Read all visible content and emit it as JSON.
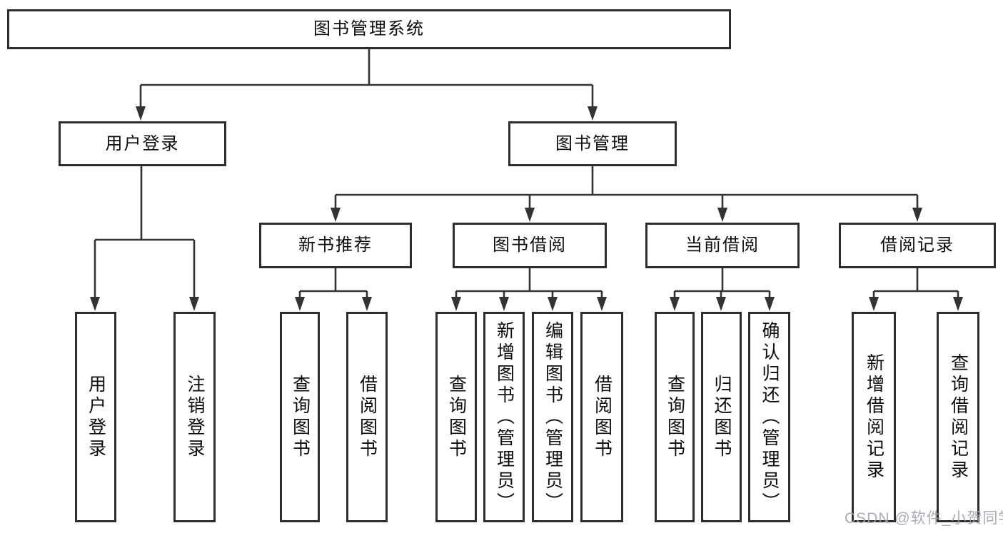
{
  "tree": {
    "label": "图书管理系统",
    "children": [
      {
        "label": "用户登录",
        "children": [
          {
            "label": "用户登录"
          },
          {
            "label": "注销登录"
          }
        ]
      },
      {
        "label": "图书管理",
        "children": [
          {
            "label": "新书推荐",
            "children": [
              {
                "label": "查询图书"
              },
              {
                "label": "借阅图书"
              }
            ]
          },
          {
            "label": "图书借阅",
            "children": [
              {
                "label": "查询图书"
              },
              {
                "label": "新增图书（管理员）"
              },
              {
                "label": "编辑图书（管理员）"
              },
              {
                "label": "借阅图书"
              }
            ]
          },
          {
            "label": "当前借阅",
            "children": [
              {
                "label": "查询图书"
              },
              {
                "label": "归还图书"
              },
              {
                "label": "确认归还（管理员）"
              }
            ]
          },
          {
            "label": "借阅记录",
            "children": [
              {
                "label": "新增借阅记录"
              },
              {
                "label": "查询借阅记录"
              }
            ]
          }
        ]
      }
    ]
  },
  "watermark": {
    "text": "CSDN @软件_小贺同学"
  },
  "colors": {
    "line": "#333333",
    "box_border": "#2d2d2d",
    "text": "#0c0c0c",
    "background": "#ffffff",
    "watermark": "#a3a4af"
  }
}
